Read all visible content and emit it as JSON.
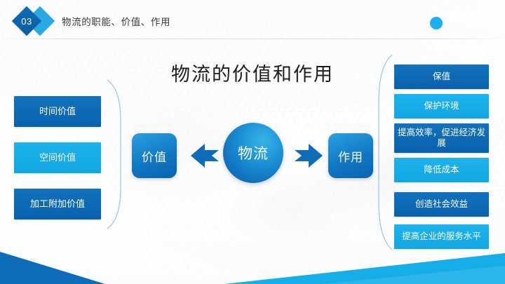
{
  "header": {
    "badge_number": "03",
    "title": "物流的职能、价值、作用"
  },
  "main": {
    "title": "物流的价值和作用",
    "center": {
      "hub_label": "物流",
      "left_node_label": "价值",
      "right_node_label": "作用"
    },
    "value_items": [
      {
        "label": "时间价值",
        "tone": "dark"
      },
      {
        "label": "空间价值",
        "tone": "light"
      },
      {
        "label": "加工附加价值",
        "tone": "dark"
      }
    ],
    "effect_items": [
      {
        "label": "保值",
        "tone": "dark"
      },
      {
        "label": "保护环境",
        "tone": "light"
      },
      {
        "label": "提高效率，促进经济发展",
        "tone": "dark"
      },
      {
        "label": "降低成本",
        "tone": "light"
      },
      {
        "label": "创造社会效益",
        "tone": "dark"
      },
      {
        "label": "提高企业的服务水平",
        "tone": "light"
      }
    ]
  },
  "colors": {
    "brand_dark_blue": "#0f6cb8",
    "brand_light_blue": "#16aee8",
    "accent_cyan": "#1eb0ee",
    "title_text": "#1d1d1d",
    "header_text": "#3a3a3a",
    "box_text": "#ffffff",
    "background": "#fbfcfd"
  }
}
